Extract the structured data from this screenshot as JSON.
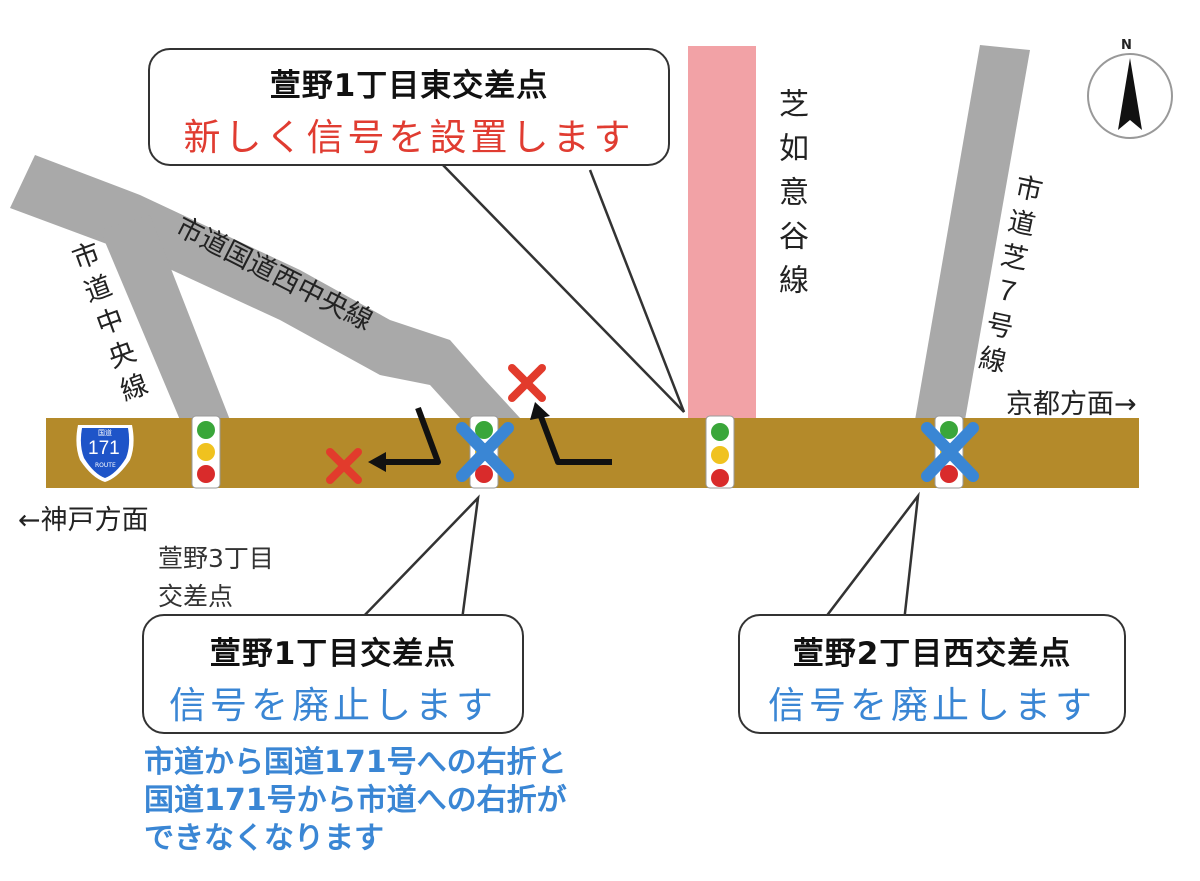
{
  "colors": {
    "route171": "#b48a2a",
    "city_road": "#a9a9a9",
    "shibanyoitani_line": "#f2a2a6",
    "new_signal": "#e03c31",
    "abolish": "#3a86d4",
    "cross_mark": "#e23b2c",
    "arrow": "#111111",
    "signal_green": "#3aa63a",
    "signal_yellow": "#f0c21f",
    "signal_red": "#d92b2b",
    "shield": "#1e54c8"
  },
  "compass": {
    "label": "N"
  },
  "route_shield": {
    "number": "171",
    "top_text": "国道",
    "bottom_text": "ROUTE"
  },
  "roads": {
    "nishi_chuo": "市道国道西中央線",
    "chuo": "市道中央線",
    "shibanyoitani": "芝如意谷線",
    "shiba7": "市道芝７号線"
  },
  "directions": {
    "kyoto": "京都方面→",
    "kobe": "←神戸方面"
  },
  "intersections": {
    "kayano3": {
      "line1": "萱野3丁目",
      "line2": "交差点"
    }
  },
  "callouts": {
    "new_signal": {
      "title": "萱野1丁目東交差点",
      "body": "新しく信号を設置します"
    },
    "kayano1": {
      "title": "萱野1丁目交差点",
      "body": "信号を廃止します"
    },
    "kayano2w": {
      "title": "萱野2丁目西交差点",
      "body": "信号を廃止します"
    }
  },
  "note": {
    "line1": "市道から国道171号への右折と",
    "line2": "国道171号から市道への右折が",
    "line3": "できなくなります"
  }
}
